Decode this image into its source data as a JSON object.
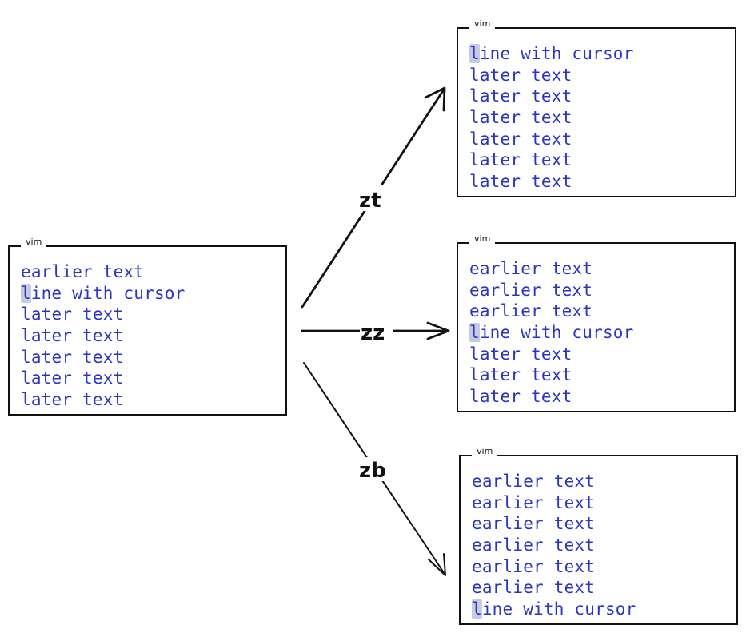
{
  "colors": {
    "text": "#2b35c4",
    "cursor_highlight": "#c5cbe0",
    "border": "#111111"
  },
  "windows": {
    "source": {
      "title": "vim",
      "lines": [
        "earlier text",
        "line with cursor",
        "later text",
        "later text",
        "later text",
        "later text",
        "later text"
      ]
    },
    "zt": {
      "title": "vim",
      "lines": [
        "line with cursor",
        "later text",
        "later text",
        "later text",
        "later text",
        "later text",
        "later text"
      ]
    },
    "zz": {
      "title": "vim",
      "lines": [
        "earlier text",
        "earlier text",
        "earlier text",
        "line with cursor",
        "later text",
        "later text",
        "later text"
      ]
    },
    "zb": {
      "title": "vim",
      "lines": [
        "earlier text",
        "earlier text",
        "earlier text",
        "earlier text",
        "earlier text",
        "earlier text",
        "line with cursor"
      ]
    }
  },
  "commands": {
    "zt": "zt",
    "zz": "zz",
    "zb": "zb"
  }
}
